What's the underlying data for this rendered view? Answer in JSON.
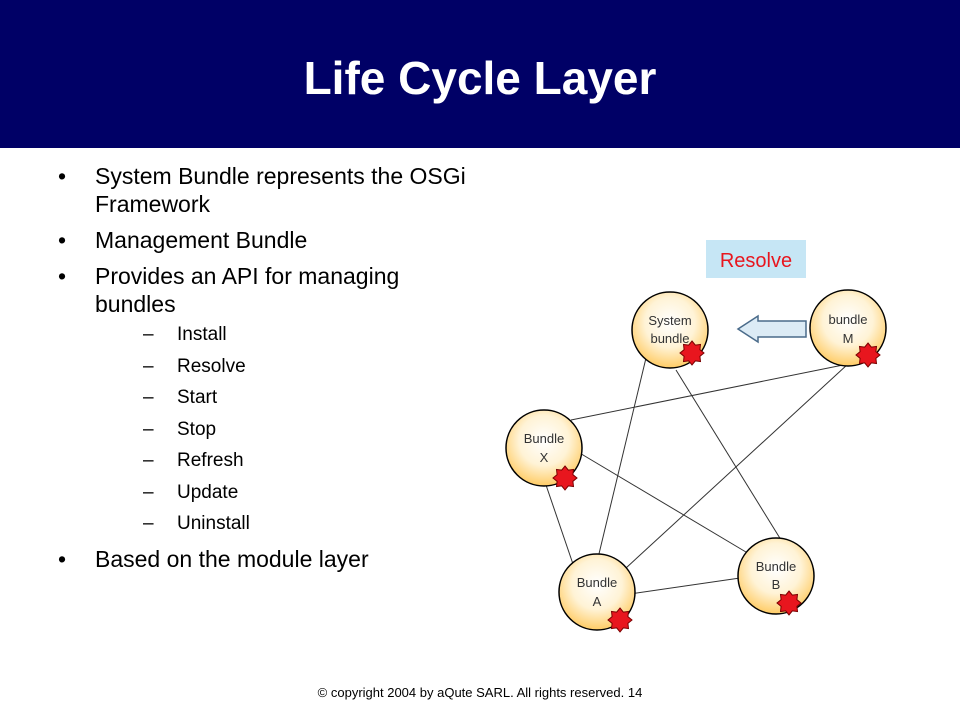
{
  "slide": {
    "title": "Life Cycle Layer",
    "bullets": [
      {
        "text": "System Bundle represents the OSGi Framework"
      },
      {
        "text": "Management Bundle"
      },
      {
        "text": "Provides an API for managing bundles",
        "sub": [
          "Install",
          "Resolve",
          "Start",
          "Stop",
          "Refresh",
          "Update",
          "Uninstall"
        ]
      },
      {
        "text": "Based on the module layer"
      }
    ],
    "bullet_glyph": "•",
    "sub_glyph": "–",
    "footer": "© copyright 2004 by aQute SARL. All rights reserved. 14"
  },
  "diagram": {
    "resolve_label": "Resolve",
    "nodes": {
      "system": [
        "System",
        "bundle"
      ],
      "m": [
        "bundle",
        "M"
      ],
      "x": [
        "Bundle",
        "X"
      ],
      "a": [
        "Bundle",
        "A"
      ],
      "b": [
        "Bundle",
        "B"
      ]
    },
    "colors": {
      "title_bg": "#000066",
      "node_fill": "#FFCC66",
      "node_center": "#FFFFFF",
      "star": "#E8161E",
      "resolve_bg": "#C6E6F5",
      "resolve_text": "#E8161E",
      "arrow_fill": "#DCEBF5"
    },
    "icons": [
      "resolve-arrow-icon",
      "bundle-state-star-icon"
    ]
  }
}
